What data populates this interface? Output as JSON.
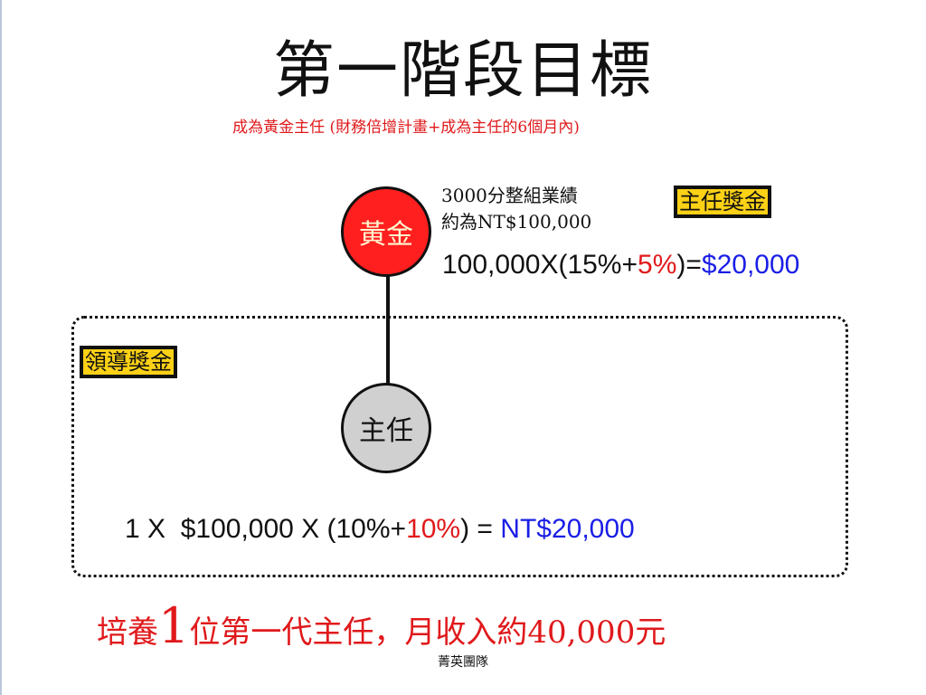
{
  "title": "第一階段目標",
  "subtitle": "成為黃金主任 (財務倍增計畫+成為主任的6個月內)",
  "nodes": {
    "gold": "黃金",
    "director": "主任"
  },
  "sales_note": {
    "line1": "3000分整組業績",
    "line2": "約為NT$100,000"
  },
  "director_bonus": {
    "label": "主任獎金",
    "formula_prefix": "100,000X(15%+",
    "formula_highlight": "5%",
    "formula_mid": ")=",
    "formula_result": "$20,000"
  },
  "leadership_bonus": {
    "label": "領導獎金",
    "formula_prefix": "1 X  $100,000 X (10%+",
    "formula_highlight": "10%",
    "formula_mid": ") = ",
    "formula_result": "NT$20,000"
  },
  "conclusion": {
    "part1": "培養",
    "number": "1",
    "part2": "位第一代主任，月收入約40,000元"
  },
  "footer": "菁英團隊",
  "colors": {
    "red": "#e0191b",
    "blue": "#1a1ee6",
    "gold_node": "#ff1f1f",
    "director_node": "#cfd0cf",
    "tag_background": "#fcd116"
  }
}
